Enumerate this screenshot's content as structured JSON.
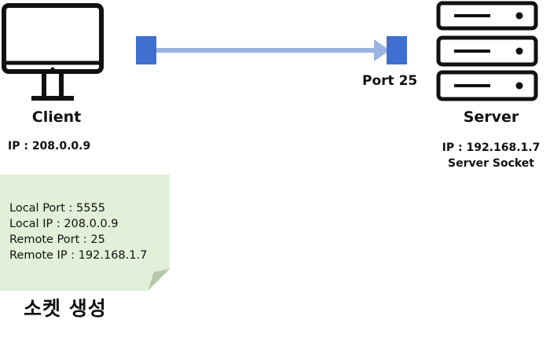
{
  "client": {
    "title": "Client",
    "ip": "IP : 208.0.0.9",
    "icon": "monitor-icon"
  },
  "server": {
    "title": "Server",
    "ip": "IP : 192.168.1.7",
    "socket": "Server Socket",
    "icon": "server-rack-icon"
  },
  "connection": {
    "port_label": "Port 25",
    "line_color": "#9ab4e0",
    "endpoint_color": "#3f6fcf"
  },
  "socket_info": {
    "lines": [
      "Local Port : 5555",
      "Local IP : 208.0.0.9",
      "Remote Port : 25",
      "Remote IP : 192.168.1.7"
    ],
    "note_color": "#e2efd9",
    "fold_color": "#b9c7ad"
  },
  "caption": "소켓 생성"
}
